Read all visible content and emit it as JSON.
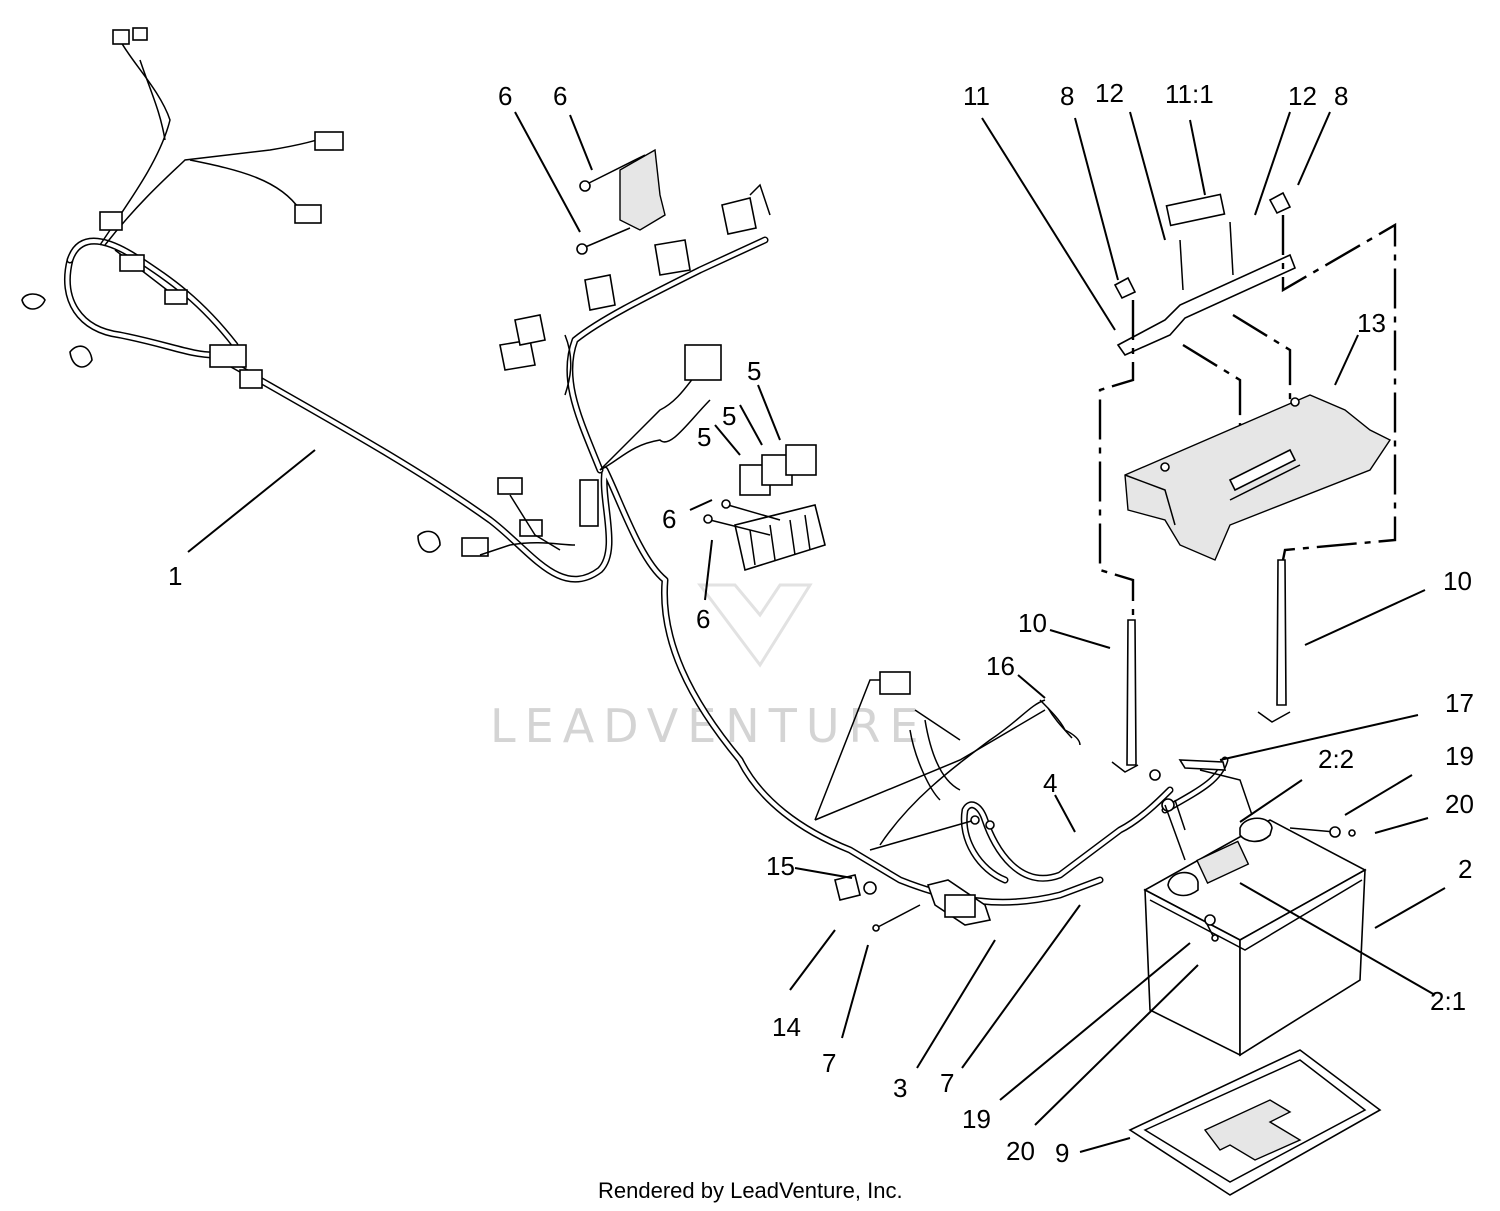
{
  "callouts": {
    "c1": "1",
    "c6a": "6",
    "c6b": "6",
    "c6c": "6",
    "c6d": "6",
    "c5a": "5",
    "c5b": "5",
    "c5c": "5",
    "c11": "11",
    "c8a": "8",
    "c12a": "12",
    "c11_1": "11:1",
    "c12b": "12",
    "c8b": "8",
    "c13": "13",
    "c10a": "10",
    "c10b": "10",
    "c16": "16",
    "c17": "17",
    "c4": "4",
    "c2_2": "2:2",
    "c19a": "19",
    "c20a": "20",
    "c2": "2",
    "c15": "15",
    "c14": "14",
    "c7a": "7",
    "c3": "3",
    "c7b": "7",
    "c19b": "19",
    "c20b": "20",
    "c2_1": "2:1",
    "c9": "9"
  },
  "credit": "Rendered by LeadVenture, Inc.",
  "watermark": "LEADVENTURE"
}
